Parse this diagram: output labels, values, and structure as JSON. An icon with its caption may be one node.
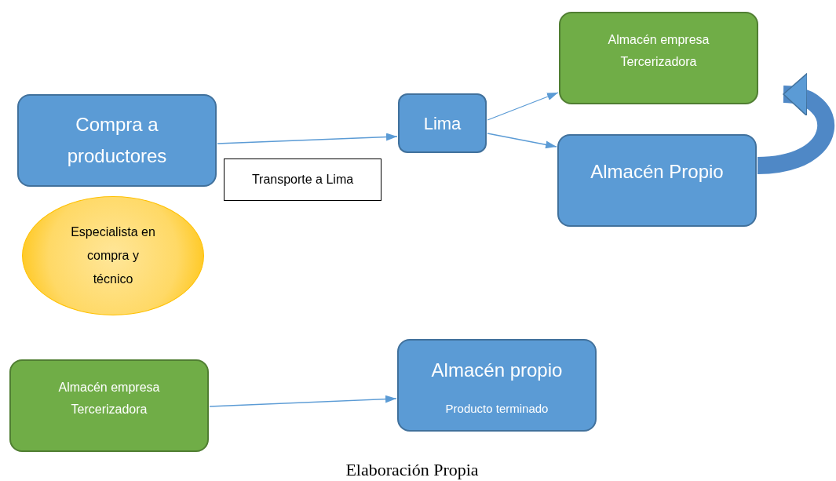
{
  "diagram": {
    "caption": "Elaboración Propia",
    "nodes": [
      {
        "text": [
          "Compra a productores"
        ]
      },
      {
        "text": [
          "Transporte a Lima"
        ]
      },
      {
        "text": [
          "Lima"
        ]
      },
      {
        "text": [
          "Almacén empresa Tercerizadora"
        ]
      },
      {
        "text": [
          "Almacén Propio"
        ]
      },
      {
        "text": [
          "Especialista en compra y técnico"
        ]
      },
      {
        "text": [
          "Almacén empresa Tercerizadora"
        ]
      },
      {
        "text": [
          "Almacén propio",
          "Producto terminado"
        ]
      }
    ],
    "edges": [
      {
        "from": 0,
        "to": 2,
        "arrow": "to"
      },
      {
        "from": 2,
        "to": 3,
        "arrow": "to"
      },
      {
        "from": 2,
        "to": 4,
        "arrow": "to"
      },
      {
        "from": 4,
        "to": 3,
        "arrow": "to",
        "style": "thick"
      },
      {
        "from": 6,
        "to": 7,
        "arrow": "to"
      }
    ]
  }
}
